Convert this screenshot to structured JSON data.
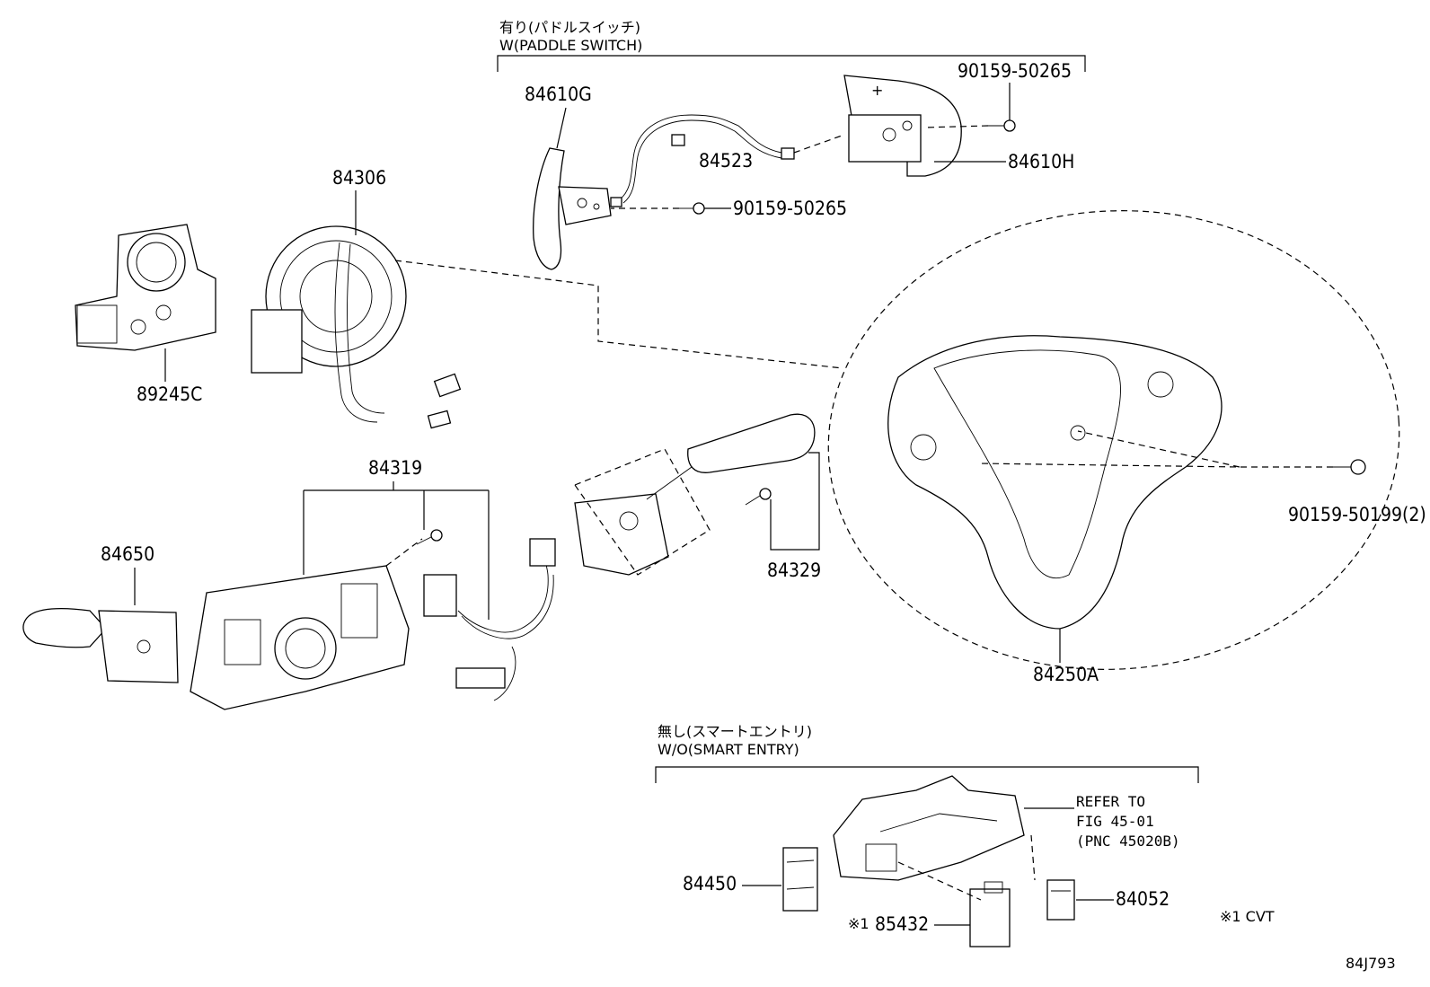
{
  "notes": {
    "paddle_jp": "有り(パドルスイッチ)",
    "paddle_en": "W(PADDLE SWITCH)",
    "smart_jp": "無し(スマートエントリ)",
    "smart_en": "W/O(SMART ENTRY)",
    "refer_line1": "REFER TO",
    "refer_line2": "FIG 45-01",
    "refer_line3": "(PNC 45020B)",
    "cvt_note": "※1 CVT",
    "mark_85432": "※1",
    "figure_code": "84J793"
  },
  "parts": {
    "p84610G": "84610G",
    "p84523": "84523",
    "p90159_50265_top": "90159-50265",
    "p84610H": "84610H",
    "p90159_50265_mid": "90159-50265",
    "p84306": "84306",
    "p89245C": "89245C",
    "p84319": "84319",
    "p84650": "84650",
    "p84329": "84329",
    "p84250A": "84250A",
    "p90159_50199": "90159-50199(2)",
    "p84450": "84450",
    "p85432": "85432",
    "p84052": "84052"
  }
}
